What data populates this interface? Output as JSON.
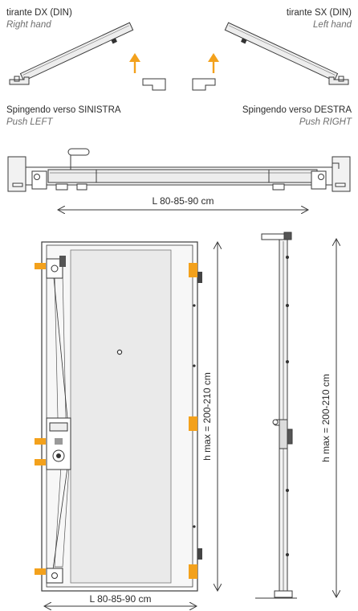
{
  "top_left": {
    "title": "tirante DX (DIN)",
    "subtitle": "Right hand",
    "push_label": "Spingendo verso SINISTRA",
    "push_label_en": "Push LEFT"
  },
  "top_right": {
    "title": "tirante SX (DIN)",
    "subtitle": "Left hand",
    "push_label": "Spingendo verso DESTRA",
    "push_label_en": "Push RIGHT"
  },
  "dimensions": {
    "width_top": "L 80-85-90 cm",
    "width_bottom": "L 80-85-90 cm",
    "height_front": "h max = 200-210 cm",
    "height_side": "h max = 200-210 cm"
  },
  "colors": {
    "accent": "#f3a11c",
    "line": "#3a3a3a",
    "panel": "#ececec"
  }
}
